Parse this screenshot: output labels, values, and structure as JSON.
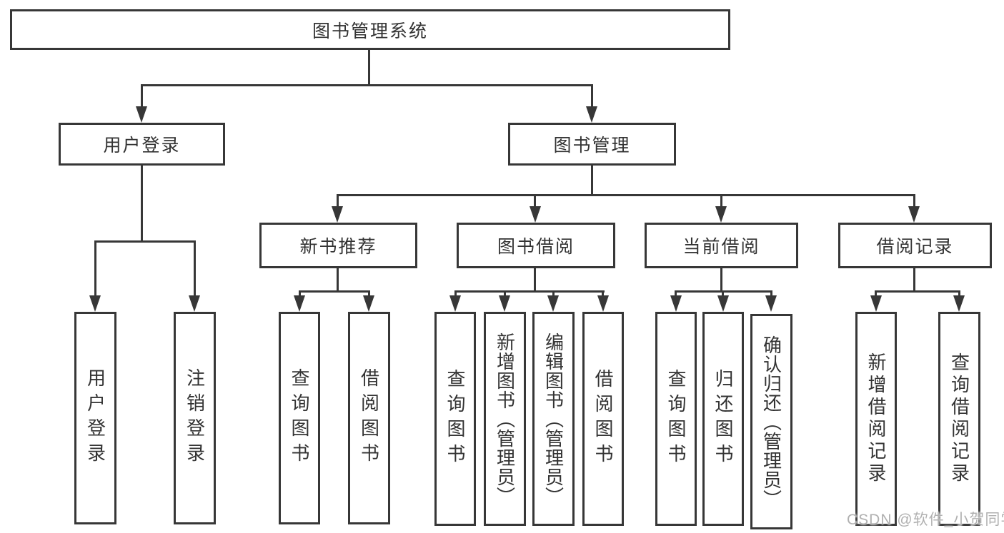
{
  "root": "图书管理系统",
  "level2": {
    "login": "用户登录",
    "mgmt": "图书管理"
  },
  "level3": {
    "recommend": "新书推荐",
    "borrow": "图书借阅",
    "current": "当前借阅",
    "records": "借阅记录"
  },
  "leaves": {
    "login_user": "用户登录",
    "login_out": "注销登录",
    "rec_query": "查询图书",
    "rec_borrow": "借阅图书",
    "bor_query": "查询图书",
    "bor_add": "新增图书（管理员）",
    "bor_edit": "编辑图书（管理员）",
    "bor_borrow": "借阅图书",
    "cur_query": "查询图书",
    "cur_return": "归还图书",
    "cur_confirm": "确认归还（管理员）",
    "hist_add": "新增借阅记录",
    "hist_query": "查询借阅记录"
  },
  "watermark": "CSDN @软件_小贺同学",
  "colors": {
    "line": "#373737",
    "text": "#333333",
    "watermark": "#b0b0b0",
    "background": "#ffffff"
  }
}
